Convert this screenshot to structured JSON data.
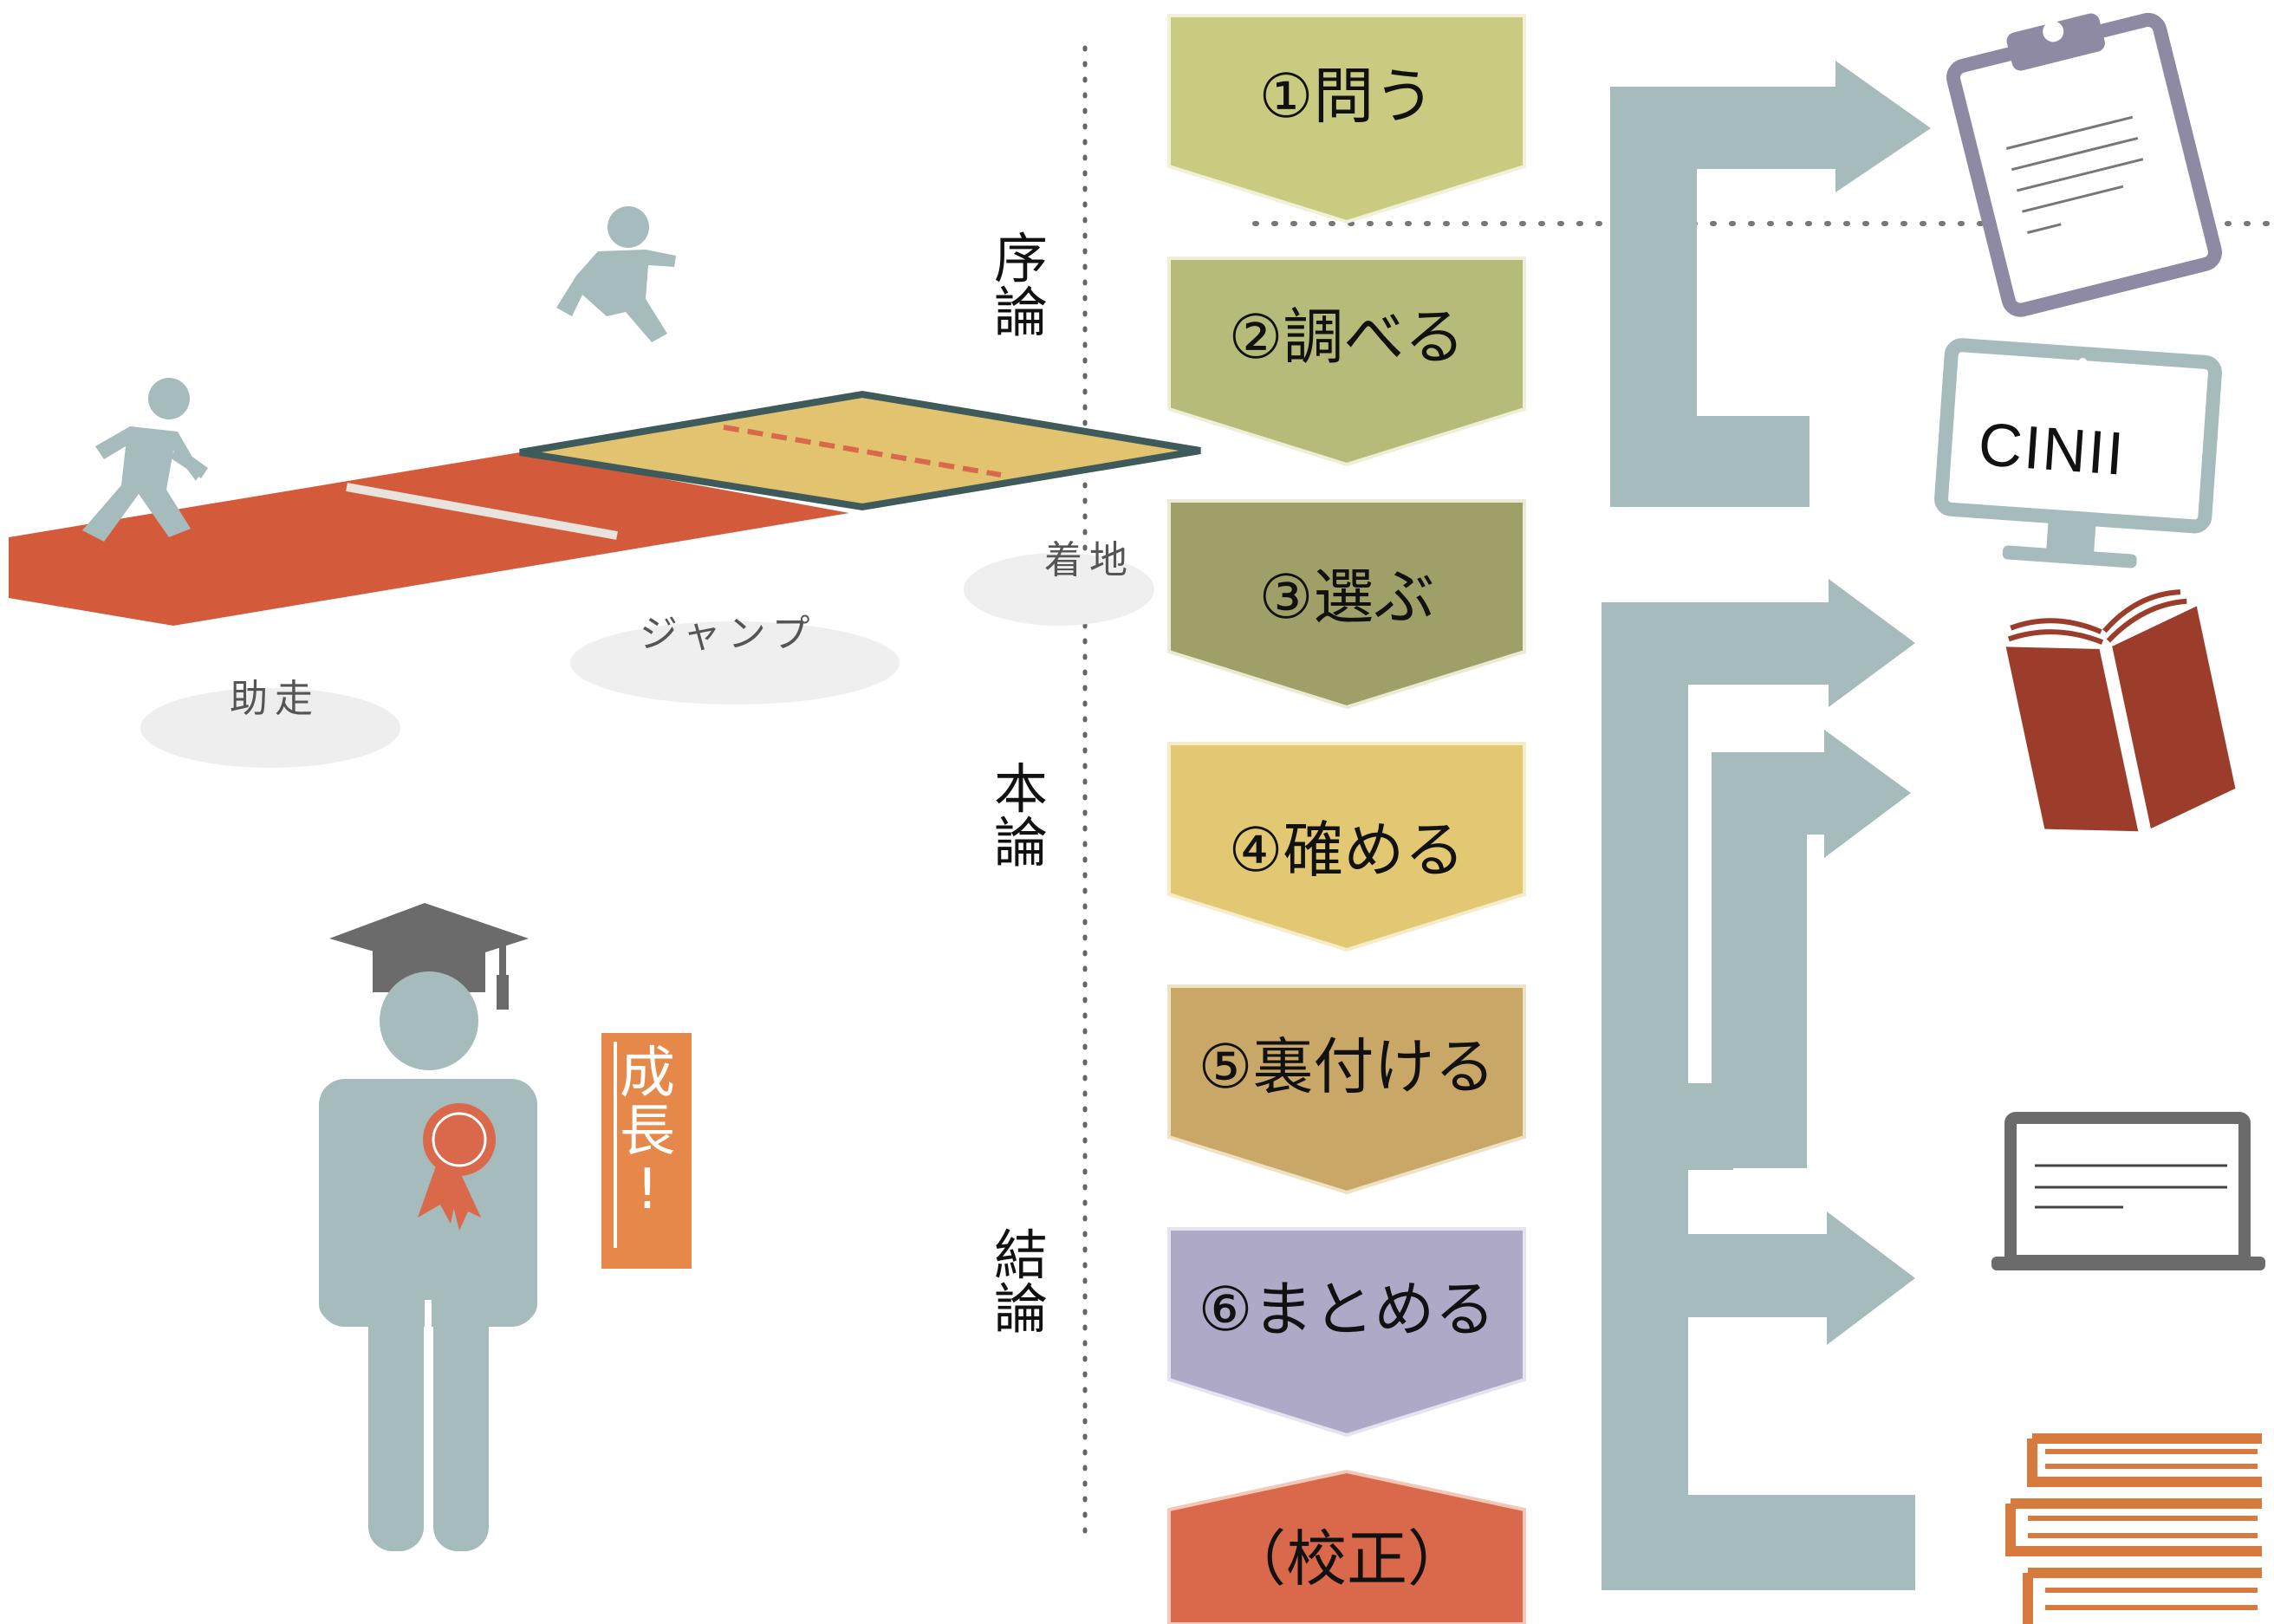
{
  "diagram": {
    "sections": [
      {
        "id": "intro",
        "chars": [
          "序",
          "論"
        ]
      },
      {
        "id": "body",
        "chars": [
          "本",
          "論"
        ]
      },
      {
        "id": "conclusion",
        "chars": [
          "結",
          "論"
        ]
      }
    ],
    "steps": [
      {
        "label": "①問う",
        "color": "#c9cc80"
      },
      {
        "label": "②調べる",
        "color": "#b6bb7a"
      },
      {
        "label": "③選ぶ",
        "color": "#9ea068"
      },
      {
        "label": "④確める",
        "color": "#e3c873"
      },
      {
        "label": "⑤裏付ける",
        "color": "#c9a867"
      },
      {
        "label": "⑥まとめる",
        "color": "#ada9c7"
      },
      {
        "label": "（校正）",
        "color": "#d9694a"
      }
    ],
    "jump": {
      "approach_label": "助走",
      "jump_label": "ジャンプ",
      "landing_label": "着地"
    },
    "growth_label_chars": [
      "成",
      "長",
      "!"
    ],
    "resources": {
      "cinii_label": "CINII"
    },
    "colors": {
      "track": "#d45a3c",
      "sandpit": "#e2c470",
      "figure": "#a6bbbb",
      "arrow": "#a6bbbb",
      "book": "#9c3c2a",
      "clipboard": "#8f8aa3",
      "books_stack": "#d67a3e"
    }
  }
}
